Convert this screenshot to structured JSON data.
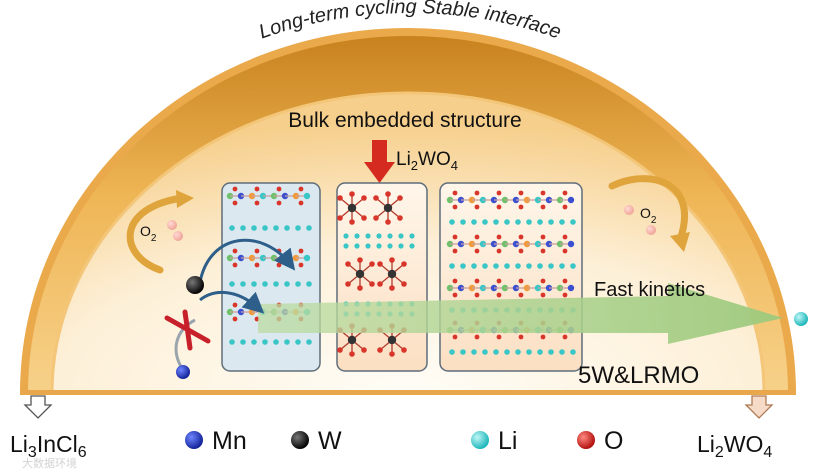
{
  "arch_label": "Long-term cycling Stable interface",
  "bulk_title": "Bulk embedded structure",
  "dopant": {
    "base": "Li",
    "sub1": "2",
    "mid": "WO",
    "sub2": "4"
  },
  "o2_left": {
    "base": "O",
    "sub": "2"
  },
  "o2_right": {
    "base": "O",
    "sub": "2"
  },
  "fast_kinetics": "Fast kinetics",
  "material": "5W&LRMO",
  "corner_left": {
    "base": "Li",
    "sub1": "3",
    "mid": "InCl",
    "sub2": "6"
  },
  "corner_right": {
    "base": "Li",
    "sub1": "2",
    "mid": "WO",
    "sub2": "4"
  },
  "legend": [
    {
      "symbol": "Mn",
      "color": "#1b2fa8",
      "icon": "blue-sphere"
    },
    {
      "symbol": "W",
      "color": "#111111",
      "icon": "black-sphere"
    },
    {
      "symbol": "Li",
      "color": "#37c9c9",
      "icon": "cyan-sphere"
    },
    {
      "symbol": "O",
      "color": "#d11f1f",
      "icon": "red-sphere"
    }
  ],
  "colors": {
    "arch_orange": "#e3a03c",
    "arch_inner": "#fbe7c4",
    "panel_border": "#5e6d7a",
    "arrow_green": "#a9cf8a",
    "dopant_arrow": "#d42a1f",
    "cross_red": "#c8202b"
  },
  "watermark": "大数据环境"
}
